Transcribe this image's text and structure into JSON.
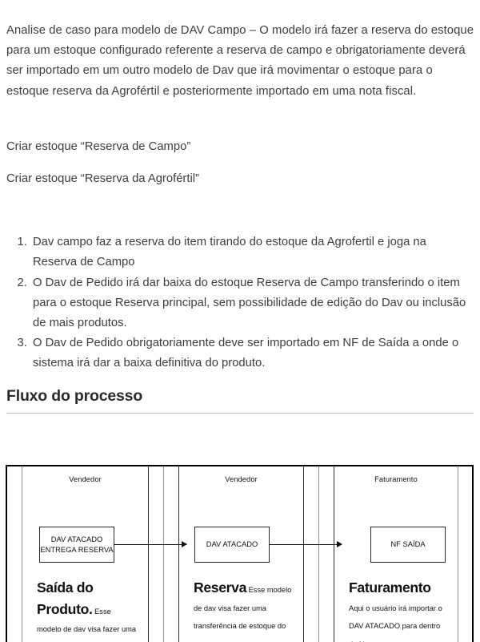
{
  "document": {
    "intro_paragraph": "Analise de caso para modelo de DAV Campo – O modelo irá fazer a reserva do estoque para um estoque configurado referente a reserva de campo e obrigatoriamente deverá ser importado em um outro modelo de Dav que irá movimentar o estoque para o estoque reserva da Agrofértil e posteriormente importado em uma nota fiscal.",
    "line_1": "Criar estoque “Reserva de Campo”",
    "line_2": "Criar estoque “Reserva da Agrofértil”",
    "steps": [
      "Dav campo faz a reserva do item tirando do estoque da Agrofertil e joga na Reserva de Campo",
      "O Dav de Pedido irá dar baixa do estoque Reserva de Campo transferindo o item para o estoque Reserva principal, sem possibilidade de edição do Dav ou inclusão de mais produtos.",
      "O Dav de Pedido obrigatoriamente deve ser importado em NF de Saída a onde o sistema irá dar a baixa definitiva do produto."
    ],
    "flow_heading": "Fluxo do processo"
  },
  "diagram": {
    "lanes": [
      {
        "header": "Vendedor",
        "node_label_line1": "DAV ATACADO",
        "node_label_line2": "ENTREGA RESERVA",
        "blurb_lead": "Saída do Produto.",
        "blurb_body": " Esse modelo de dav visa fazer uma"
      },
      {
        "header": "Vendedor",
        "node_label_line1": "DAV ATACADO",
        "node_label_line2": "",
        "blurb_lead": "Reserva",
        "blurb_body": " Esse modelo de dav visa fazer uma transferência de estoque do"
      },
      {
        "header": "Faturamento",
        "node_label_line1": "NF SAÍDA",
        "node_label_line2": "",
        "blurb_lead": "Faturamento",
        "blurb_body": " Aqui o usuário irá importar o DAV ATACADO para dentro da Nota"
      }
    ],
    "colors": {
      "border": "#2a2a2a",
      "divider": "#8f8f8f",
      "text": "#111111",
      "prose": "#3d3d3d"
    }
  }
}
